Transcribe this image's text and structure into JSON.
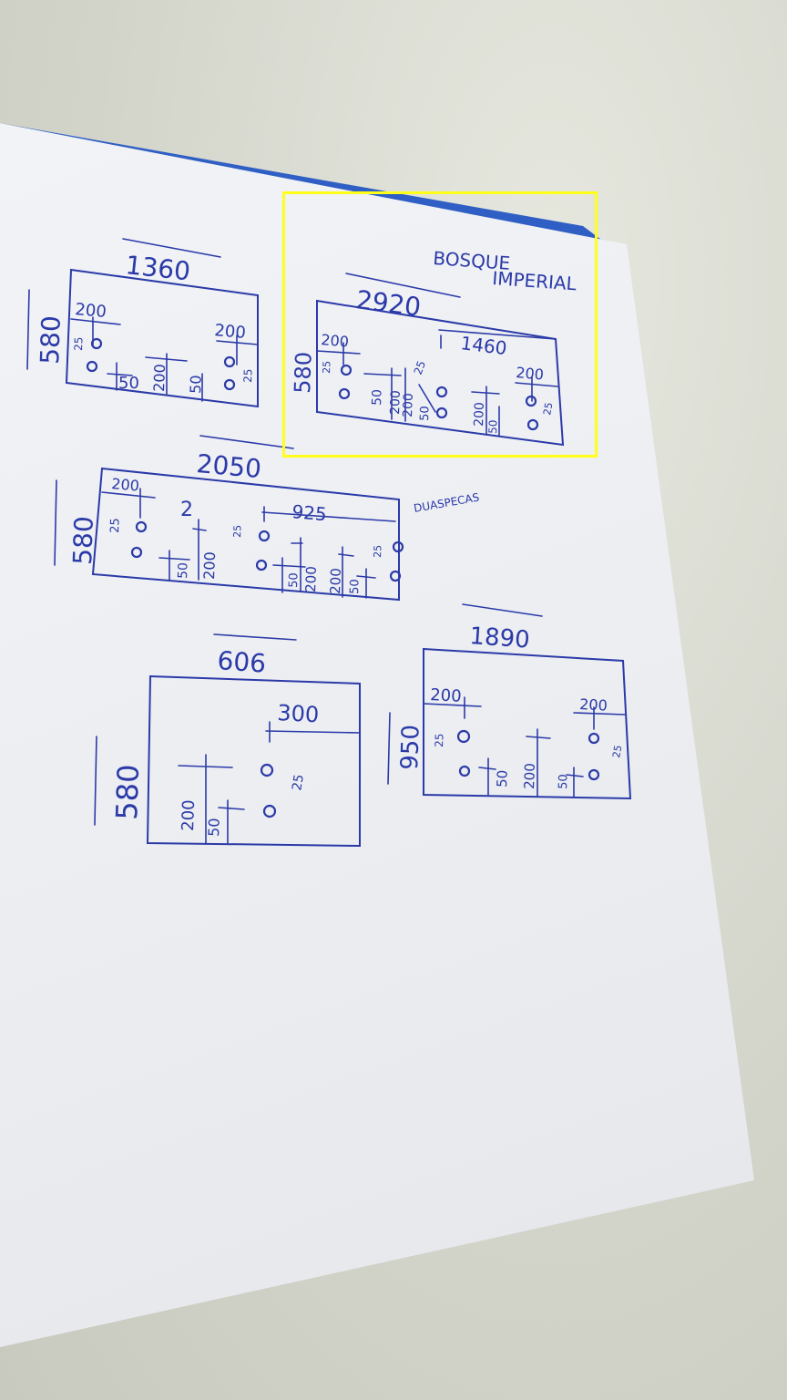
{
  "photo": {
    "colors": {
      "ink": "#2b3aa8",
      "highlight": "#ffff1a",
      "folder": "#2f5fc4",
      "paper": "#eceef2"
    }
  },
  "panel_1360": {
    "width": "1360",
    "height": "580",
    "dims": [
      "200",
      "200",
      "200",
      "25",
      "50",
      "50",
      "25"
    ]
  },
  "panel_2920": {
    "label_line1": "BOSQUE",
    "label_line2": "IMPERIAL",
    "width": "2920",
    "height": "580",
    "mid": "1460",
    "dims": [
      "200",
      "25",
      "50",
      "200",
      "200",
      "25",
      "50",
      "200",
      "50",
      "200",
      "25"
    ]
  },
  "panel_2050": {
    "width": "2050",
    "height": "580",
    "mid": "925",
    "note": "DUASPECAS",
    "dims": [
      "200",
      "2",
      "25",
      "50",
      "200",
      "25",
      "50",
      "200",
      "200",
      "50",
      "25"
    ]
  },
  "panel_606": {
    "width": "606",
    "height": "580",
    "dims": [
      "300",
      "25",
      "200",
      "50"
    ]
  },
  "panel_1890": {
    "width": "1890",
    "height": "950",
    "dims": [
      "200",
      "200",
      "25",
      "50",
      "200",
      "50",
      "25"
    ]
  }
}
